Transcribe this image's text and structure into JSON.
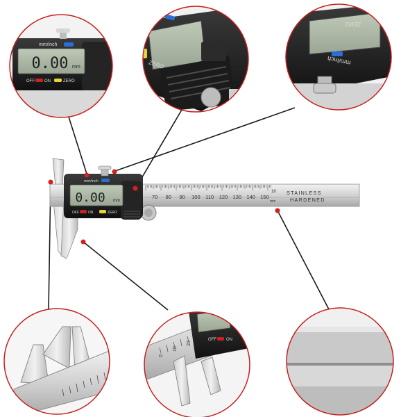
{
  "product": {
    "display_reading": "0.00",
    "display_unit": "mm",
    "unit_button_label": "mm/inch",
    "off_label": "OFF",
    "on_label": "ON",
    "zero_label": "ZERO",
    "scale_engraving_line1": "STAINLESS",
    "scale_engraving_line2": "HARDENED",
    "scale_unit_label": "mm",
    "scale_numbers": [
      "70",
      "80",
      "90",
      "100",
      "110",
      "120",
      "130",
      "140",
      "150"
    ],
    "scale_end_mark": "16"
  },
  "detail_callouts": {
    "top_left": {
      "display_reading": "0.00",
      "display_unit": "mm",
      "unit_button_label": "mm/inch",
      "off_label": "OFF",
      "on_label": "ON",
      "zero_label": "ZERO"
    },
    "top_center": {
      "zero_label": "ZERO"
    },
    "top_right": {
      "unit_button_label": "mm/inch",
      "zero_label": "ZERO"
    },
    "bottom_center": {
      "off_label": "OFF",
      "on_label": "ON",
      "scale_numbers": [
        "0",
        "10",
        "20"
      ]
    }
  },
  "colors": {
    "callout_outline": "#c81e1e",
    "body_dark": "#1c1c1c",
    "lcd_screen": "#a9b5a2",
    "steel": "#d8d8d8",
    "red_button": "#cc2222",
    "blue_button": "#2a6fd6",
    "yellow_button": "#e8d23a"
  }
}
